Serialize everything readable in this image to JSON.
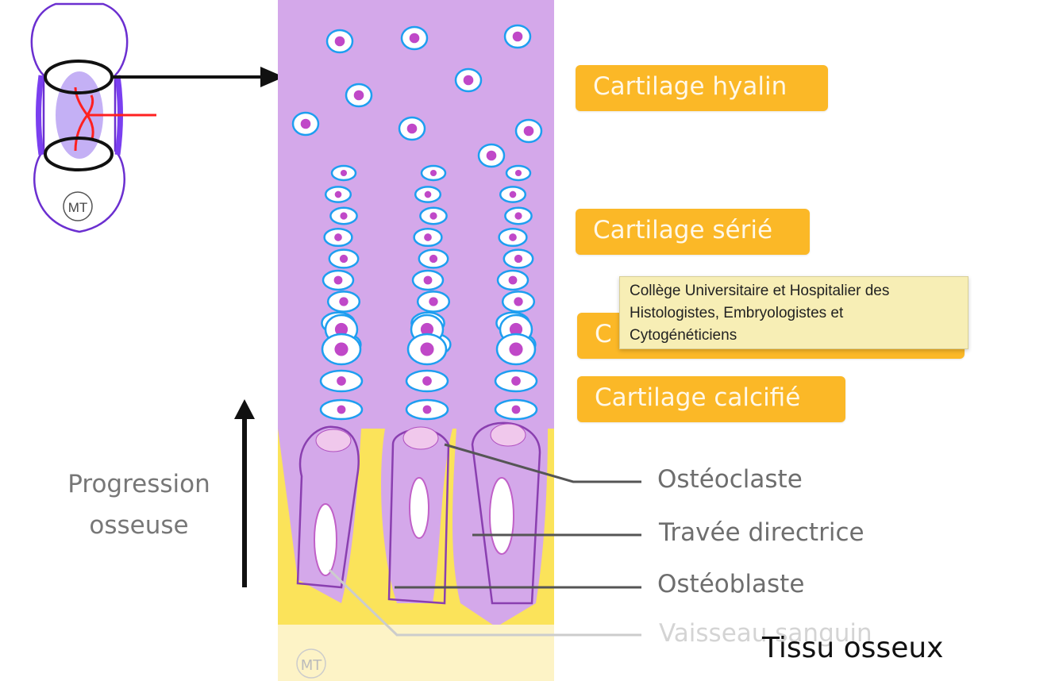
{
  "colors": {
    "matrix": "#d4a8ea",
    "bone": "#fbe35a",
    "label_tag": "#fbb827",
    "cell_border": "#1e9ef0",
    "cell_nucleus": "#c048c8",
    "vessel": "#ff2020",
    "tooltip_bg": "#f7eeb5"
  },
  "schema": {
    "mt_badge": "MT"
  },
  "zones": [
    "Cartilage hyalin",
    "Cartilage sérié",
    "C",
    "Cartilage calcifié"
  ],
  "callouts": [
    "Ostéoclaste",
    "Travée directrice",
    "Ostéoblaste",
    "Vaisseau sanguin"
  ],
  "progression": {
    "line1": "Progression",
    "line2": "osseuse"
  },
  "caption": "Tissu osseux",
  "panel_badge": "MT",
  "tooltip": {
    "line1": "Collège Universitaire et Hospitalier des",
    "line2": "Histologistes, Embryologistes et",
    "line3": "Cytogénéticiens"
  }
}
